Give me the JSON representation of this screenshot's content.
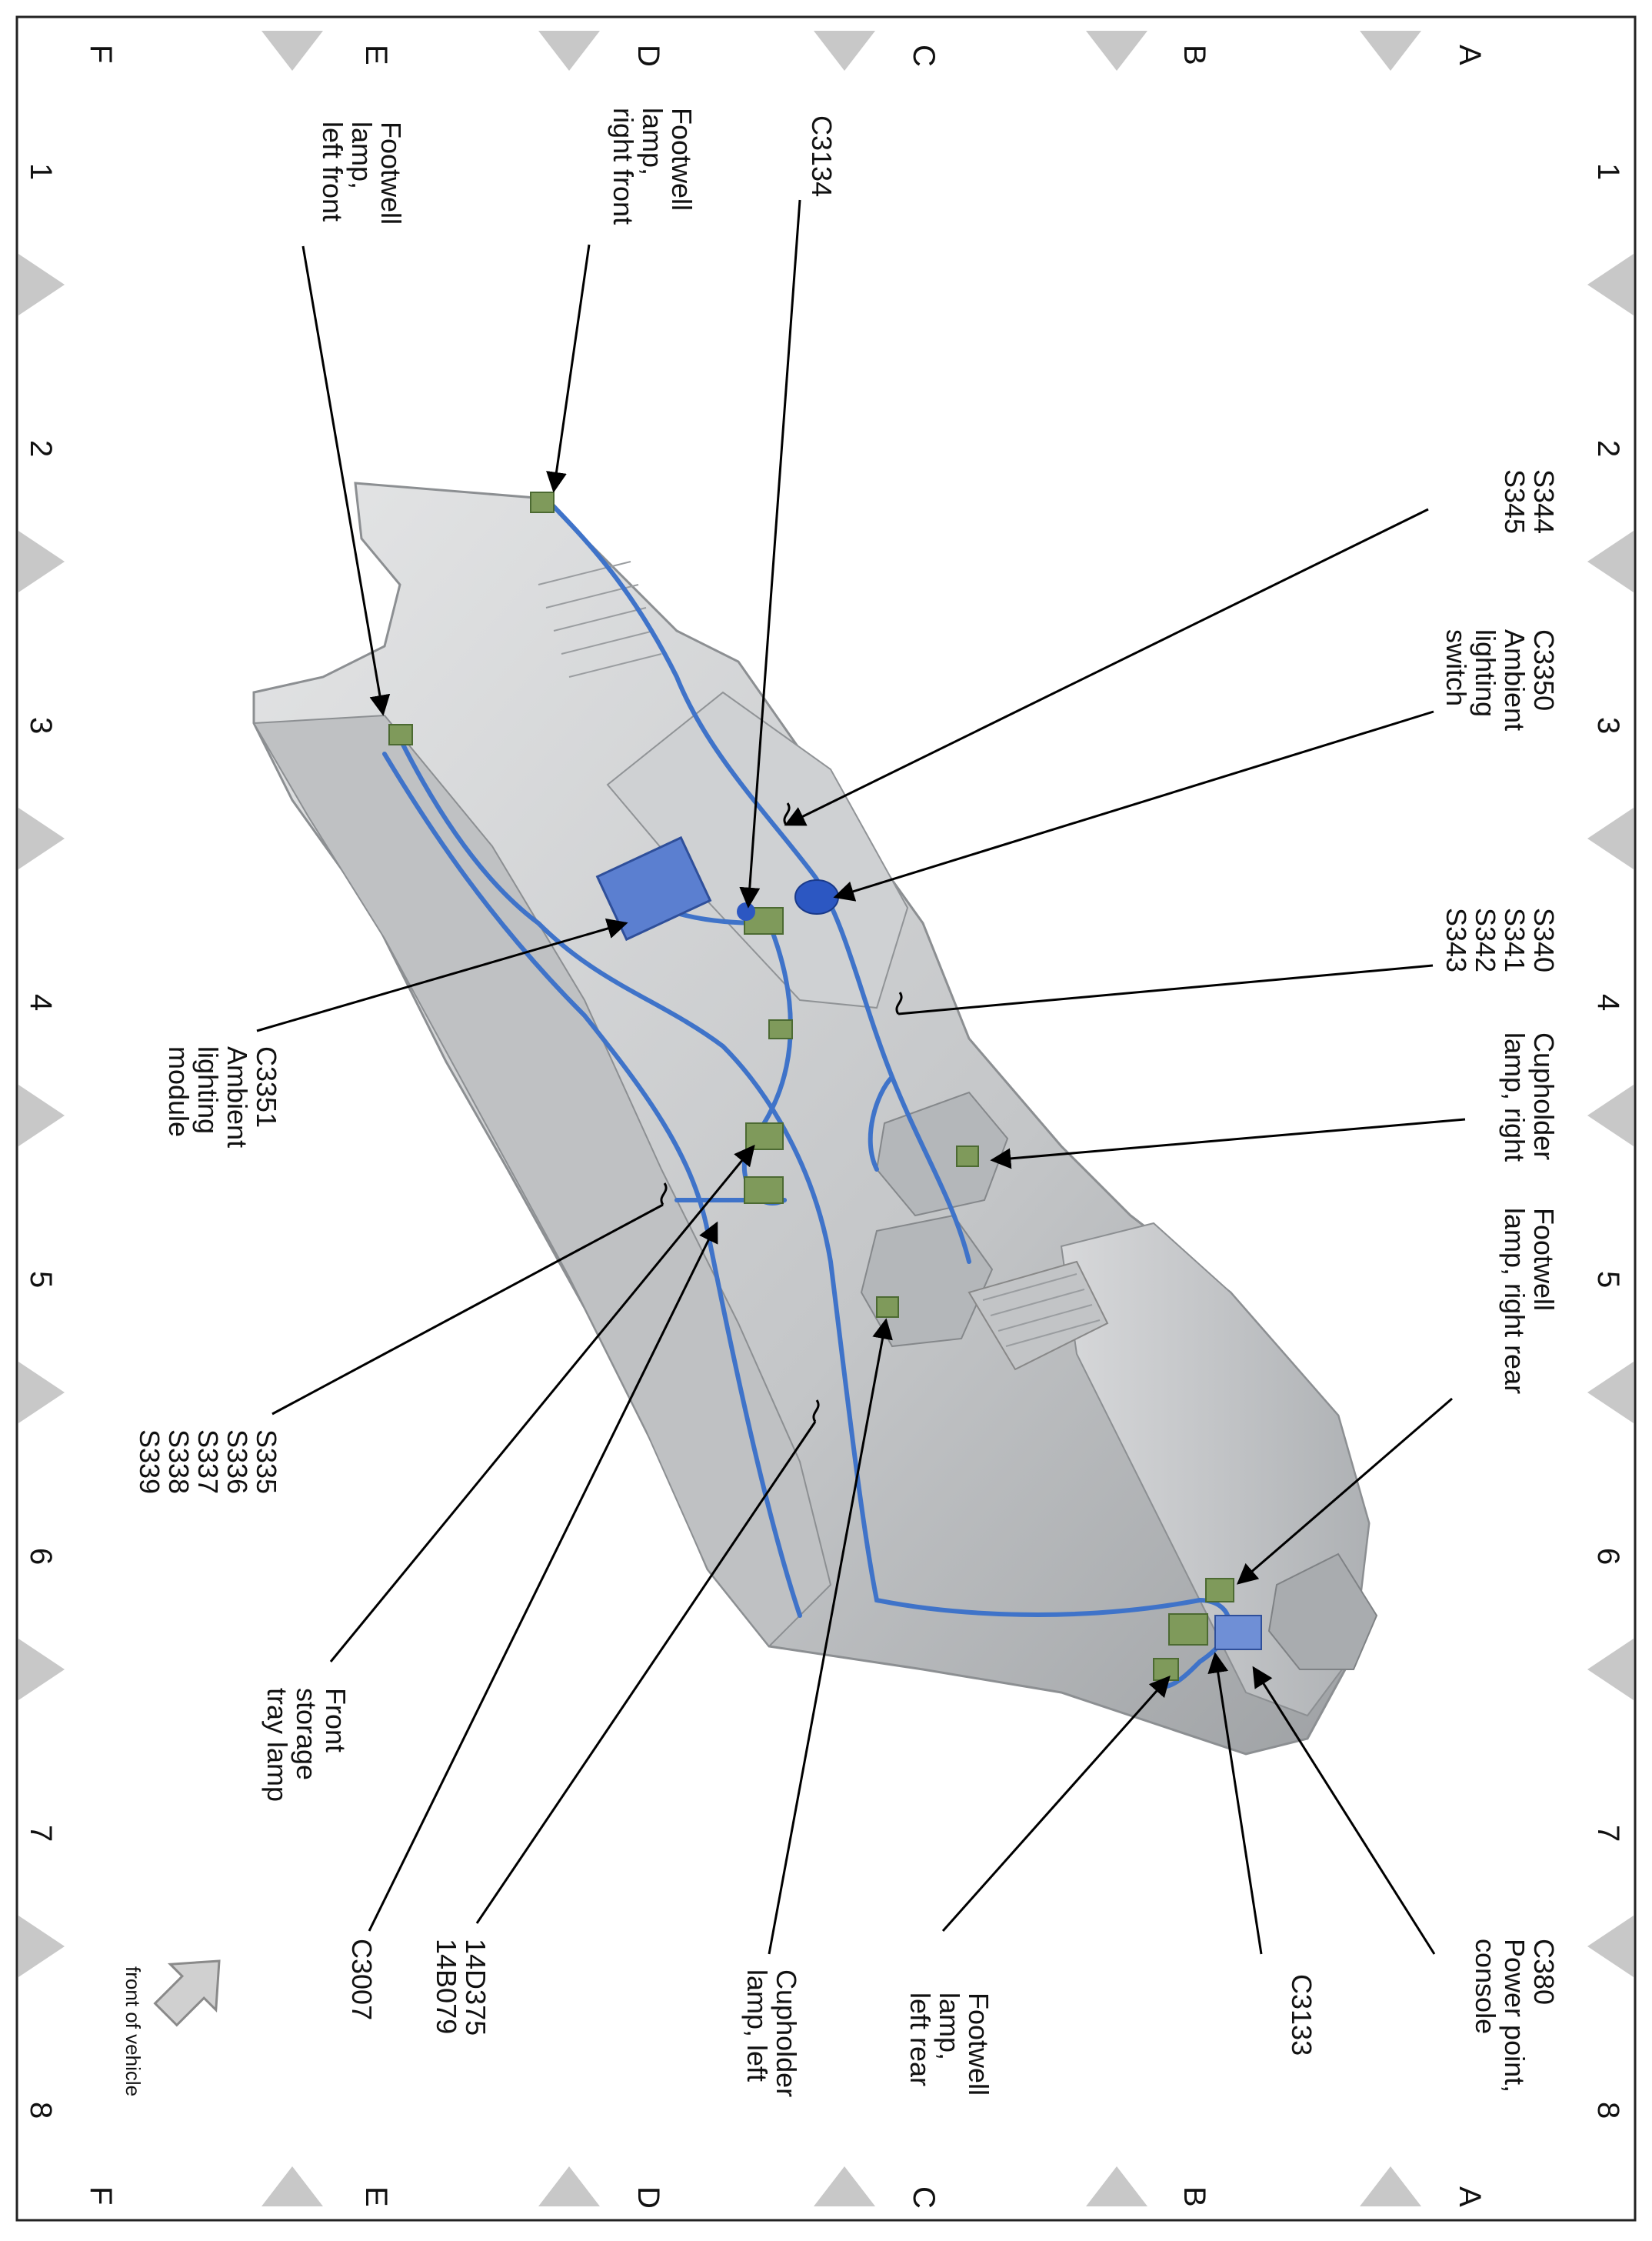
{
  "grid": {
    "rows": [
      "A",
      "B",
      "C",
      "D",
      "E",
      "F"
    ],
    "columns": [
      "1",
      "2",
      "3",
      "4",
      "5",
      "6",
      "7",
      "8"
    ]
  },
  "labels": {
    "s344_s345": [
      "S344",
      "S345"
    ],
    "c3350": [
      "C3350",
      "Ambient",
      "lighting",
      "switch"
    ],
    "s340_s343": [
      "S340",
      "S341",
      "S342",
      "S343"
    ],
    "cupholder_right": [
      "Cupholder",
      "lamp, right"
    ],
    "footwell_right_rear": [
      "Footwell",
      "lamp, right rear"
    ],
    "c380": [
      "C380",
      "Power point,",
      "console"
    ],
    "c3133": [
      "C3133"
    ],
    "footwell_left_rear": [
      "Footwell",
      "lamp,",
      "left rear"
    ],
    "cupholder_left": [
      "Cupholder",
      "lamp, left"
    ],
    "harness": [
      "14D375",
      "14B079"
    ],
    "c3007": [
      "C3007"
    ],
    "front_storage": [
      "Front",
      "storage",
      "tray lamp"
    ],
    "s335_s339": [
      "S335",
      "S336",
      "S337",
      "S338",
      "S339"
    ],
    "c3351": [
      "C3351",
      "Ambient",
      "lighting",
      "module"
    ],
    "footwell_left_front": [
      "Footwell",
      "lamp,",
      "left front"
    ],
    "footwell_right_front": [
      "Footwell",
      "lamp,",
      "right front"
    ],
    "c3134": [
      "C3134"
    ]
  },
  "orientation_note": "front of vehicle",
  "colors": {
    "console": "#c9cbcd",
    "harness": "#3f73c9",
    "connector": "#7f9a5b",
    "marker": "#c8c8c8"
  }
}
